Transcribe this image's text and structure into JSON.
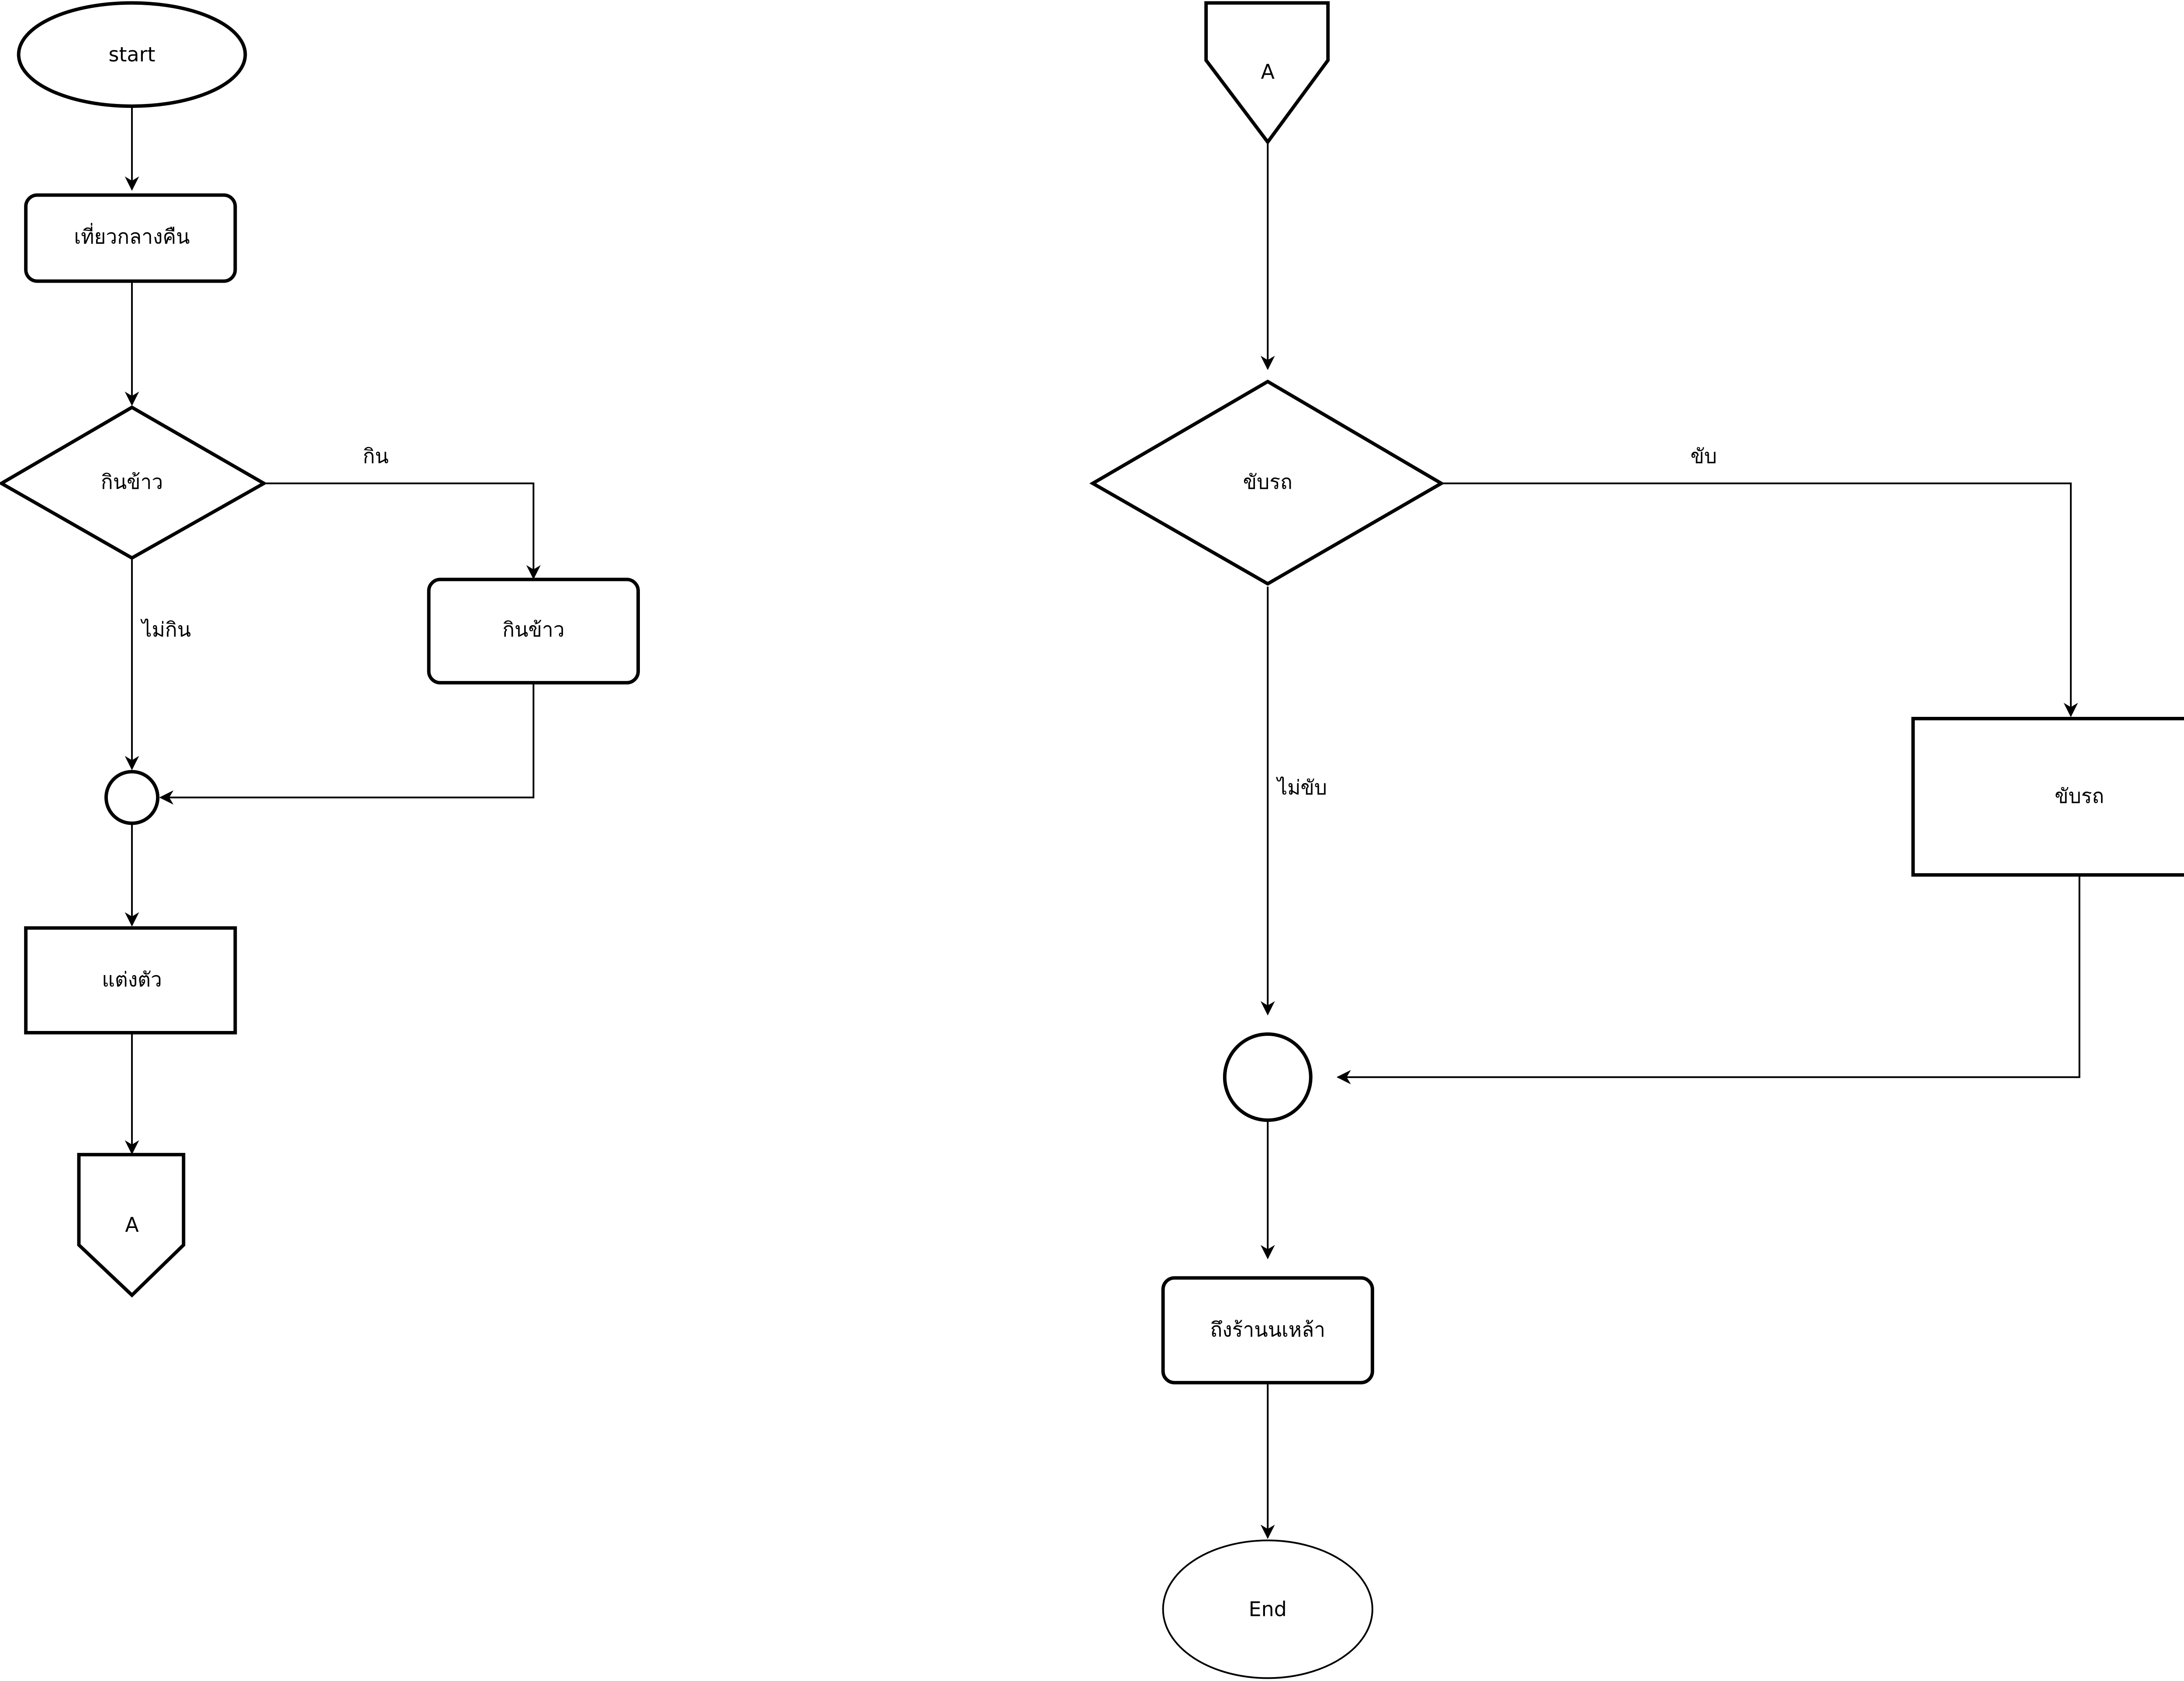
{
  "left": {
    "start": "start",
    "night_out": "เที่ยวกลางคืน",
    "decision_eat": "กินข้าว",
    "label_eat": "กิน",
    "label_not_eat": "ไม่กิน",
    "process_eat": "กินข้าว",
    "dress_up": "แต่งตัว",
    "connector_out": "A"
  },
  "right": {
    "connector_in": "A",
    "decision_drive": "ขับรถ",
    "label_drive": "ขับ",
    "label_not_drive": "ไม่ขับ",
    "process_drive": "ขับรถ",
    "arrive_bar": "ถึงร้านนเหล้า",
    "end": "End"
  }
}
